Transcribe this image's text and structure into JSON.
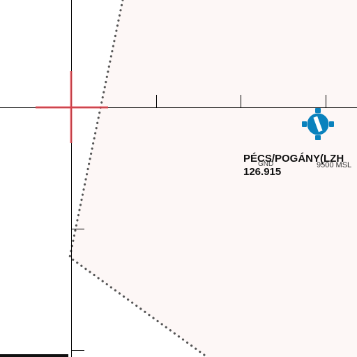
{
  "map": {
    "colors": {
      "background": "#ffffff",
      "airspace_fill": "#fdf7f6",
      "airspace_border": "#555555",
      "grid_line": "#000000",
      "crosshair": "#e0454f",
      "airport_icon": "#0a82bd"
    },
    "airport": {
      "name": "PÉCS/POGÁNY(LZH",
      "frequency": "126.915",
      "icon": "airport-runway-icon"
    },
    "airspace": {
      "upper_limit": "9500 MSL",
      "lower_limit": "GND"
    },
    "crosshair_icon": "map-center-crosshair-icon"
  }
}
